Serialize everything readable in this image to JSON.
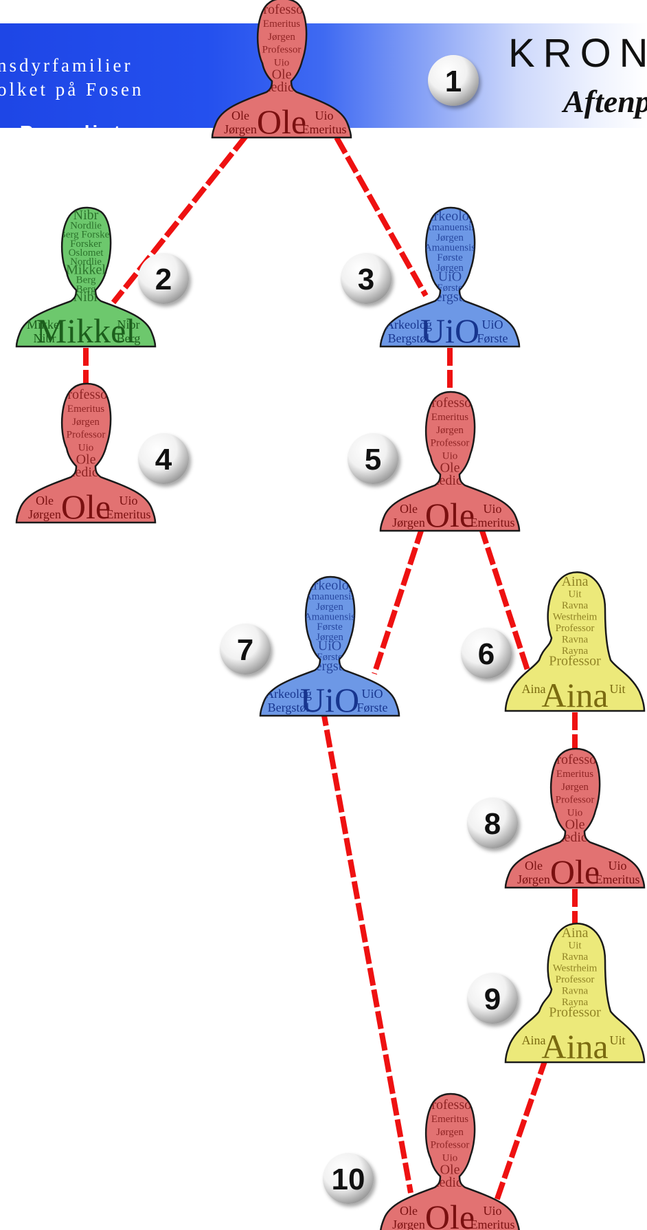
{
  "header": {
    "line1": "nsdyrfamilier",
    "line2": "olket på Fosen",
    "line3": "n Benedictow",
    "kronikk": "KRONI",
    "newspaper": "Aftenp"
  },
  "colors": {
    "link": "#ee1111",
    "red": "#e27272",
    "green": "#6dc86d",
    "blue": "#6d98e6",
    "yellow": "#ece97a",
    "banner": "#2450ee"
  },
  "people": [
    {
      "num": "1",
      "color": "red",
      "hair": "short",
      "words": [
        "Professor",
        "Emeritus",
        "Jørgen",
        "Professor",
        "Uio",
        "Ole",
        "Benedictow"
      ],
      "main": "Ole",
      "left": [
        "Ole",
        "Jørgen"
      ],
      "right": [
        "Uio",
        "Emeritus"
      ]
    },
    {
      "num": "2",
      "color": "green",
      "hair": "short",
      "words": [
        "Nibr",
        "Nordlie",
        "Berg Forsker",
        "Forsker",
        "Oslomet",
        "Nordlie",
        "Mikkel",
        "Berg",
        "Berg",
        "Nibr"
      ],
      "main": "Mikkel",
      "left": [
        "Mikkel",
        "Nibr"
      ],
      "right": [
        "Nibr",
        "Berg"
      ]
    },
    {
      "num": "3",
      "color": "blue",
      "hair": "short",
      "words": [
        "Arkeolog",
        "Amanuensis",
        "Jørgen",
        "Amanuensis",
        "Første",
        "Jørgen",
        "UiO",
        "Første",
        "Bergstøl"
      ],
      "main": "UiO",
      "left": [
        "Arkeolog",
        "Bergstøl"
      ],
      "right": [
        "UiO",
        "Første"
      ]
    },
    {
      "num": "4",
      "color": "red",
      "hair": "short",
      "words": [
        "Professor",
        "Emeritus",
        "Jørgen",
        "Professor",
        "Uio",
        "Ole",
        "Benedictow"
      ],
      "main": "Ole",
      "left": [
        "Ole",
        "Jørgen"
      ],
      "right": [
        "Uio",
        "Emeritus"
      ]
    },
    {
      "num": "5",
      "color": "red",
      "hair": "short",
      "words": [
        "Professor",
        "Emeritus",
        "Jørgen",
        "Professor",
        "Uio",
        "Ole",
        "Benedictow"
      ],
      "main": "Ole",
      "left": [
        "Ole",
        "Jørgen"
      ],
      "right": [
        "Uio",
        "Emeritus"
      ]
    },
    {
      "num": "6",
      "color": "yellow",
      "hair": "long",
      "words": [
        "Aina",
        "Uit",
        "Ravna",
        "Westrheim",
        "Professor",
        "Ravna",
        "Rayna",
        "Professor"
      ],
      "main": "Aina",
      "left": [
        "Aina"
      ],
      "right": [
        "Uit"
      ]
    },
    {
      "num": "7",
      "color": "blue",
      "hair": "short",
      "words": [
        "Arkeolog",
        "Amanuensis",
        "Jørgen",
        "Amanuensis",
        "Første",
        "Jørgen",
        "UiO",
        "Første",
        "Bergstøl"
      ],
      "main": "UiO",
      "left": [
        "Arkeolog",
        "Bergstøl"
      ],
      "right": [
        "UiO",
        "Første"
      ]
    },
    {
      "num": "8",
      "color": "red",
      "hair": "short",
      "words": [
        "Professor",
        "Emeritus",
        "Jørgen",
        "Professor",
        "Uio",
        "Ole",
        "Benedictow"
      ],
      "main": "Ole",
      "left": [
        "Ole",
        "Jørgen"
      ],
      "right": [
        "Uio",
        "Emeritus"
      ]
    },
    {
      "num": "9",
      "color": "yellow",
      "hair": "long",
      "words": [
        "Aina",
        "Uit",
        "Ravna",
        "Westrheim",
        "Professor",
        "Ravna",
        "Rayna",
        "Professor"
      ],
      "main": "Aina",
      "left": [
        "Aina"
      ],
      "right": [
        "Uit"
      ]
    },
    {
      "num": "10",
      "color": "red",
      "hair": "short",
      "words": [
        "Professor",
        "Emeritus",
        "Jørgen",
        "Professor",
        "Uio",
        "Ole",
        "Benedictow"
      ],
      "main": "Ole",
      "left": [
        "Ole",
        "Jørgen"
      ],
      "right": [
        "Uio",
        "Emeritus"
      ]
    }
  ],
  "links": [
    [
      "1",
      "2"
    ],
    [
      "1",
      "3"
    ],
    [
      "2",
      "4"
    ],
    [
      "3",
      "5"
    ],
    [
      "5",
      "7"
    ],
    [
      "5",
      "6"
    ],
    [
      "6",
      "8"
    ],
    [
      "8",
      "9"
    ],
    [
      "7",
      "10"
    ],
    [
      "9",
      "10"
    ]
  ]
}
